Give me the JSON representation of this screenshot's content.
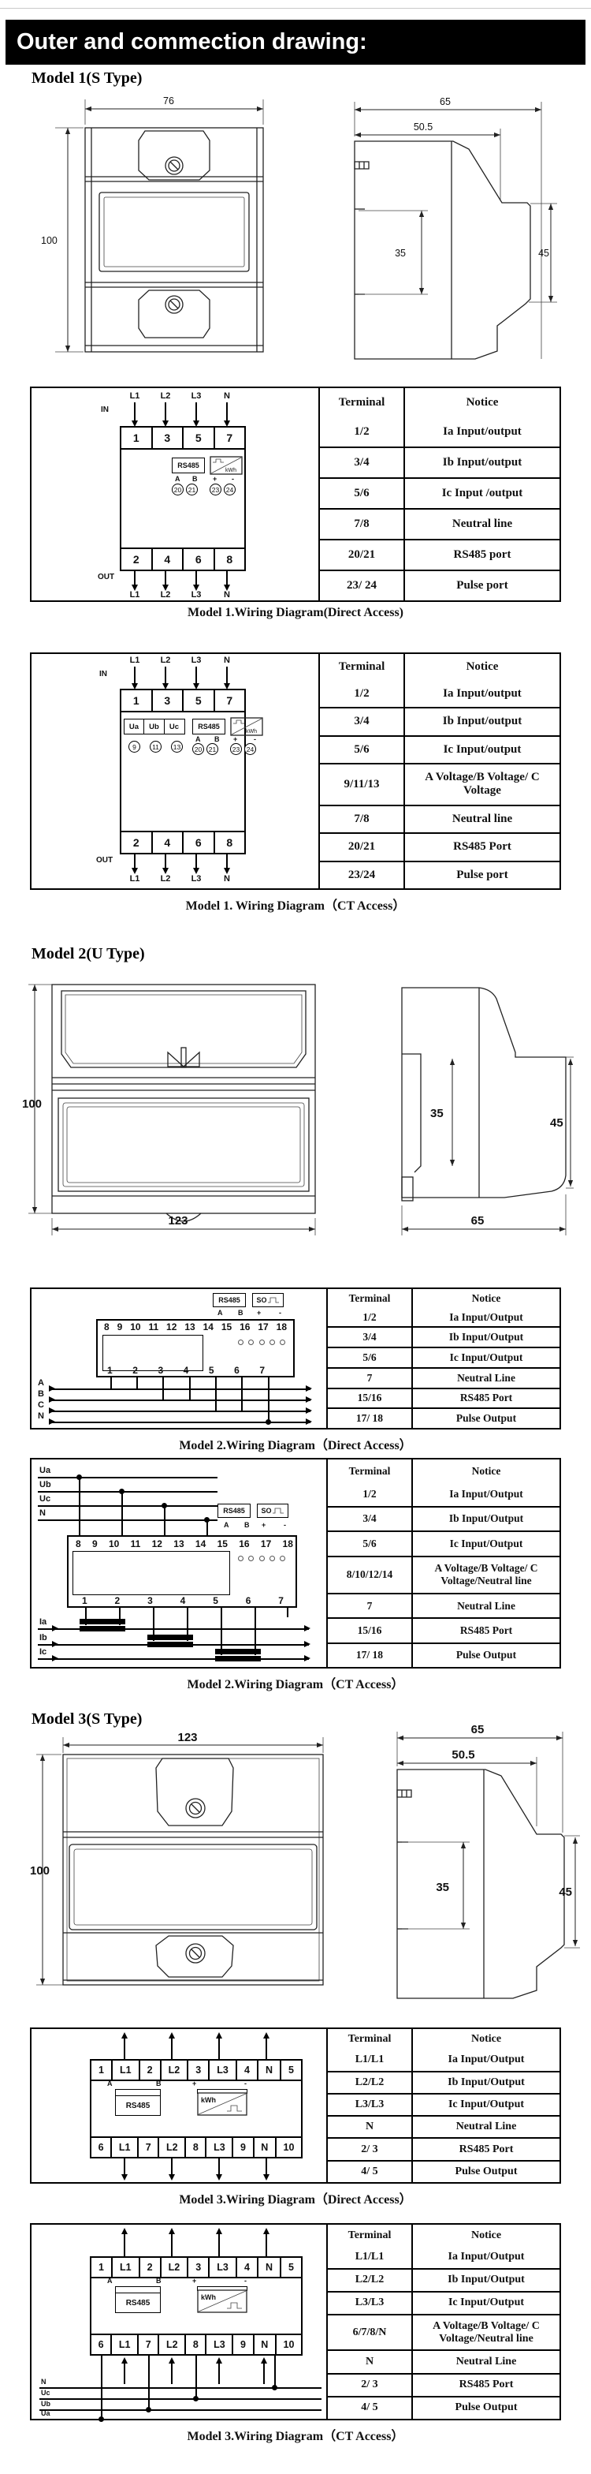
{
  "header": {
    "title": "Outer and commection drawing:"
  },
  "models": {
    "m1": {
      "heading": "Model 1(S Type)",
      "dims": {
        "front_width": "76",
        "front_height": "100",
        "depth": "65",
        "depth_inner": "50.5",
        "rail": "35",
        "side": "45"
      }
    },
    "m2": {
      "heading": "Model 2(U Type)",
      "dims": {
        "front_height": "100",
        "front_width": "123",
        "rail": "35",
        "side": "45",
        "depth": "65"
      }
    },
    "m3": {
      "heading": "Model 3(S Type)",
      "dims": {
        "front_width": "123",
        "front_height": "100",
        "depth": "65",
        "depth_inner": "50.5",
        "rail": "35",
        "side": "45"
      }
    }
  },
  "diagrams": {
    "m1_direct": {
      "in_label": "IN",
      "out_label": "OUT",
      "top_lines": [
        "L1",
        "L2",
        "L3",
        "N"
      ],
      "top_terminals": [
        "1",
        "3",
        "5",
        "7"
      ],
      "bottom_terminals": [
        "2",
        "4",
        "6",
        "8"
      ],
      "bottom_lines": [
        "L1",
        "L2",
        "L3",
        "N"
      ],
      "rs485_label": "RS485",
      "kwh_label": "kWh",
      "rs485_pins": [
        "A",
        "B"
      ],
      "pulse_pins": [
        "+",
        "-"
      ],
      "rs485_terms": [
        "20",
        "21"
      ],
      "pulse_terms": [
        "23",
        "24"
      ],
      "caption": "Model 1.Wiring Diagram(Direct Access)"
    },
    "m1_ct": {
      "in_label": "IN",
      "out_label": "OUT",
      "top_lines": [
        "L1",
        "L2",
        "L3",
        "N"
      ],
      "top_terminals": [
        "1",
        "3",
        "5",
        "7"
      ],
      "bottom_terminals": [
        "2",
        "4",
        "6",
        "8"
      ],
      "bottom_lines": [
        "L1",
        "L2",
        "L3",
        "N"
      ],
      "voltage_boxes": [
        "Ua",
        "Ub",
        "Uc"
      ],
      "voltage_terms": [
        "9",
        "11",
        "13"
      ],
      "rs485_label": "RS485",
      "kwh_label": "kWh",
      "rs485_pins": [
        "A",
        "B"
      ],
      "pulse_pins": [
        "+",
        "-"
      ],
      "rs485_terms": [
        "20",
        "21"
      ],
      "pulse_terms": [
        "23",
        "24"
      ],
      "caption": "Model 1. Wiring Diagram（CT Access）"
    },
    "m2_direct": {
      "rs485_label": "RS485",
      "so_label": "SO",
      "pin_a": "A",
      "pin_b": "B",
      "pin_plus": "+",
      "pin_minus": "-",
      "top_terminals": [
        "8",
        "9",
        "10",
        "11",
        "12",
        "13",
        "14",
        "15",
        "16",
        "17",
        "18"
      ],
      "bottom_terminals": [
        "1",
        "2",
        "3",
        "4",
        "5",
        "6",
        "7"
      ],
      "phase_lines": [
        "A",
        "B",
        "C",
        "N"
      ],
      "caption": "Model 2.Wiring Diagram（Direct Access）"
    },
    "m2_ct": {
      "voltage_lines": [
        "Ua",
        "Ub",
        "Uc",
        "N"
      ],
      "rs485_label": "RS485",
      "so_label": "SO",
      "pin_a": "A",
      "pin_b": "B",
      "pin_plus": "+",
      "pin_minus": "-",
      "top_terminals": [
        "8",
        "9",
        "10",
        "11",
        "12",
        "13",
        "14",
        "15",
        "16",
        "17",
        "18"
      ],
      "bottom_terminals": [
        "1",
        "2",
        "3",
        "4",
        "5",
        "6",
        "7"
      ],
      "current_lines": [
        "Ia",
        "Ib",
        "Ic"
      ],
      "caption": "Model 2.Wiring Diagram（CT Access）"
    },
    "m3_direct": {
      "top_terminals": [
        "1",
        "L1",
        "2",
        "L2",
        "3",
        "L3",
        "4",
        "N",
        "5"
      ],
      "bottom_terminals": [
        "6",
        "L1",
        "7",
        "L2",
        "8",
        "L3",
        "9",
        "N",
        "10"
      ],
      "rs485_label": "RS485",
      "kwh_label": "kWh",
      "pin_a": "A",
      "pin_b": "B",
      "pin_plus": "+",
      "pin_minus": "-",
      "caption": "Model 3.Wiring Diagram（Direct Access）"
    },
    "m3_ct": {
      "top_terminals": [
        "1",
        "L1",
        "2",
        "L2",
        "3",
        "L3",
        "4",
        "N",
        "5"
      ],
      "bottom_terminals": [
        "6",
        "L1",
        "7",
        "L2",
        "8",
        "L3",
        "9",
        "N",
        "10"
      ],
      "voltage_lines": [
        "N",
        "Uc",
        "Ub",
        "Ua"
      ],
      "rs485_label": "RS485",
      "kwh_label": "kWh",
      "pin_a": "A",
      "pin_b": "B",
      "pin_plus": "+",
      "pin_minus": "-",
      "caption": "Model 3.Wiring Diagram（CT Access）"
    }
  },
  "tables": {
    "m1_direct": {
      "headers": [
        "Terminal",
        "Notice"
      ],
      "rows": [
        {
          "terminal": "1/2",
          "notice": "Ia Input/output"
        },
        {
          "terminal": "3/4",
          "notice": "Ib Input/output"
        },
        {
          "terminal": "5/6",
          "notice": "Ic Input /output"
        },
        {
          "terminal": "7/8",
          "notice": "Neutral line"
        },
        {
          "terminal": "20/21",
          "notice": "RS485 port"
        },
        {
          "terminal": "23/ 24",
          "notice": "Pulse port"
        }
      ]
    },
    "m1_ct": {
      "headers": [
        "Terminal",
        "Notice"
      ],
      "rows": [
        {
          "terminal": "1/2",
          "notice": "Ia Input/output"
        },
        {
          "terminal": "3/4",
          "notice": "Ib Input/output"
        },
        {
          "terminal": "5/6",
          "notice": "Ic Input/output"
        },
        {
          "terminal": "9/11/13",
          "notice": "A Voltage/B Voltage/ C Voltage"
        },
        {
          "terminal": "7/8",
          "notice": "Neutral line"
        },
        {
          "terminal": "20/21",
          "notice": "RS485 Port"
        },
        {
          "terminal": "23/24",
          "notice": "Pulse port"
        }
      ]
    },
    "m2_direct": {
      "headers": [
        "Terminal",
        "Notice"
      ],
      "rows": [
        {
          "terminal": "1/2",
          "notice": "Ia Input/Output"
        },
        {
          "terminal": "3/4",
          "notice": "Ib Input/Output"
        },
        {
          "terminal": "5/6",
          "notice": "Ic Input/Output"
        },
        {
          "terminal": "7",
          "notice": "Neutral Line"
        },
        {
          "terminal": "15/16",
          "notice": "RS485 Port"
        },
        {
          "terminal": "17/ 18",
          "notice": "Pulse Output"
        }
      ]
    },
    "m2_ct": {
      "headers": [
        "Terminal",
        "Notice"
      ],
      "rows": [
        {
          "terminal": "1/2",
          "notice": "Ia Input/Output"
        },
        {
          "terminal": "3/4",
          "notice": "Ib Input/Output"
        },
        {
          "terminal": "5/6",
          "notice": "Ic Input/Output"
        },
        {
          "terminal": "8/10/12/14",
          "notice": "A Voltage/B Voltage/ C Voltage/Neutral line"
        },
        {
          "terminal": "7",
          "notice": "Neutral Line"
        },
        {
          "terminal": "15/16",
          "notice": "RS485 Port"
        },
        {
          "terminal": "17/ 18",
          "notice": "Pulse Output"
        }
      ]
    },
    "m3_direct": {
      "headers": [
        "Terminal",
        "Notice"
      ],
      "rows": [
        {
          "terminal": "L1/L1",
          "notice": "Ia Input/Output"
        },
        {
          "terminal": "L2/L2",
          "notice": "Ib Input/Output"
        },
        {
          "terminal": "L3/L3",
          "notice": "Ic Input/Output"
        },
        {
          "terminal": "N",
          "notice": "Neutral Line"
        },
        {
          "terminal": "2/ 3",
          "notice": "RS485 Port"
        },
        {
          "terminal": "4/ 5",
          "notice": "Pulse Output"
        }
      ]
    },
    "m3_ct": {
      "headers": [
        "Terminal",
        "Notice"
      ],
      "rows": [
        {
          "terminal": "L1/L1",
          "notice": "Ia Input/Output"
        },
        {
          "terminal": "L2/L2",
          "notice": "Ib Input/Output"
        },
        {
          "terminal": "L3/L3",
          "notice": "Ic Input/Output"
        },
        {
          "terminal": "6/7/8/N",
          "notice": "A Voltage/B Voltage/ C Voltage/Neutral line"
        },
        {
          "terminal": "N",
          "notice": "Neutral Line"
        },
        {
          "terminal": "2/ 3",
          "notice": "RS485 Port"
        },
        {
          "terminal": "4/ 5",
          "notice": "Pulse Output"
        }
      ]
    }
  }
}
